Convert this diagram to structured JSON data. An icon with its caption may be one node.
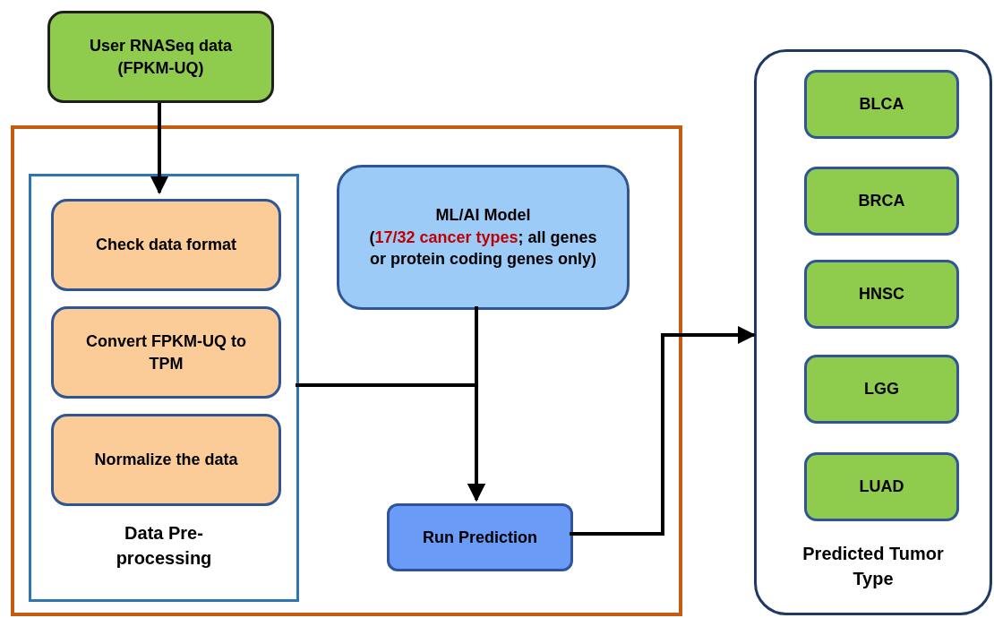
{
  "diagram": {
    "nodes": [
      {
        "text": [
          "User RNASeq data (FPKM-UQ)"
        ]
      },
      {
        "text": [],
        "shape": "box"
      },
      {
        "text": [
          "Data Pre-processing"
        ],
        "in": 1
      },
      {
        "text": [
          "Check data format"
        ],
        "in": 2
      },
      {
        "text": [
          "Convert FPKM-UQ to TPM"
        ],
        "in": 2
      },
      {
        "text": [
          "Normalize the data"
        ],
        "in": 2
      },
      {
        "text": [
          "ML/AI Model",
          "(*17/32 cancer types*; all genes or protein coding genes only)"
        ],
        "in": 1
      },
      {
        "text": [
          "Run Prediction"
        ],
        "in": 1
      },
      {
        "text": [
          "Predicted Tumor Type"
        ]
      },
      {
        "text": [
          "BLCA"
        ],
        "in": 8
      },
      {
        "text": [
          "BRCA"
        ],
        "in": 8
      },
      {
        "text": [
          "HNSC"
        ],
        "in": 8
      },
      {
        "text": [
          "LGG"
        ],
        "in": 8
      },
      {
        "text": [
          "LUAD"
        ],
        "in": 8
      }
    ],
    "edges": [
      {
        "from": 0,
        "to": 3,
        "arrow": "to"
      },
      {
        "from": 2,
        "to": 7,
        "arrow": "to"
      },
      {
        "from": 6,
        "to": 7,
        "arrow": "to"
      },
      {
        "from": 7,
        "to": 8,
        "arrow": "to"
      }
    ]
  }
}
